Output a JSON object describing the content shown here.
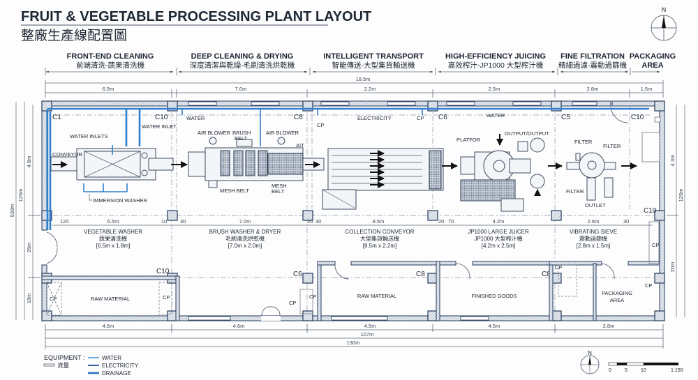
{
  "header": {
    "title": "FRUIT & VEGETABLE PROCESSING PLANT LAYOUT",
    "subtitle": "整廠生產線配置圖",
    "north_label": "N"
  },
  "stages": [
    {
      "name": "FRONT-END CLEANING",
      "name_zh": "前端清洗-蔬果清洗機"
    },
    {
      "name": "DEEP CLEANING & DRYING",
      "name_zh": "深度清潔與乾燥-毛刷清洗烘乾機"
    },
    {
      "name": "INTELLIGENT TRANSPORT",
      "name_zh": "智能傳送-大型集貨輸送機"
    },
    {
      "name": "HIGH-EFFICIENCY JUICING",
      "name_zh": "高效榨汁-JP1000 大型榨汁機"
    },
    {
      "name": "FINE FILTRATION",
      "name_zh": "精細過濾-震動過篩機"
    },
    {
      "name": "PACKAGING",
      "name_zh": "AREA"
    }
  ],
  "top_dimensions": {
    "overall": "18.5m",
    "segments": [
      "6.5m",
      "7.0m",
      "2.2m",
      "2.5m",
      "2.8m",
      "1.5m"
    ]
  },
  "left_dimensions": {
    "overall": "538m",
    "middle": "125m",
    "segments": [
      "4.8m",
      "26m",
      "18m"
    ]
  },
  "right_dimensions": {
    "overall": "125m",
    "segments": [
      "4.3m",
      "20m"
    ]
  },
  "bottom_dimensions": {
    "segments": [
      "4.6m",
      "4.6m",
      "4.5m",
      "4.5m",
      "2.8m"
    ],
    "total_1": "107m",
    "total_2": "130m"
  },
  "mid_dimensions": [
    "120",
    "6.5m",
    "10",
    "30",
    "7.0m",
    "30",
    "20",
    "8.5m",
    "20",
    "70",
    "4.2m",
    "2.8m",
    "30"
  ],
  "columns": {
    "c1": "C1",
    "c10a": "C10",
    "c8a": "C8",
    "c6a": "C6",
    "c5": "C5",
    "c10b": "C10",
    "c10c": "C10",
    "c10d": "C10",
    "c6b": "C6",
    "c8b": "C8",
    "c8c": "C8"
  },
  "utility_labels": {
    "water_1": "WATER",
    "water_2": "WATER",
    "electricity": "ELECTRICITY",
    "cp": "CP"
  },
  "equipment_labels": {
    "water_inlets": "WATER INLETS",
    "water_inlet": "WATER INLET",
    "conveyor": "CONVEYOR",
    "immersion_washer": "IMMERSION WASHER",
    "air_blower_1": "AIR BLOWER",
    "air_blower_2": "AIR BLOWER",
    "brush_belt_1": "BRUSH",
    "brush_belt_2": "BELT",
    "ait": "AIT",
    "mesh_belt_1": "MESH BELT",
    "mesh_belt_2a": "MESH",
    "mesh_belt_2b": "BELT",
    "platfor": "PLATFOR",
    "output": "OUTPUT/OUTPUT",
    "filter_1": "FILTER",
    "filter_2": "FILTER",
    "filter_3": "FILTER",
    "outlet": "OUTLET"
  },
  "equipment": [
    {
      "name": "VEGETABLE WASHER",
      "name_zh": "蔬果清洗機",
      "size": "[6.5m x 1.8m]"
    },
    {
      "name": "BRUSH WASHER & DRYER",
      "name_zh": "毛刷清洗烘乾機",
      "size": "[7.0m x 2.0m]"
    },
    {
      "name": "COLLECTION CONVEYOR",
      "name_zh": "大型集貨輸送機",
      "size": "[8.5m x 2.2m]"
    },
    {
      "name": "JP1000 LARGE JUICER",
      "name_zh": "JP1000 大型榨汁機",
      "size": "[4.2m x 2.5m]"
    },
    {
      "name": "VIBRATING SIEVE",
      "name_zh": "震動過篩機",
      "size": "[2.8m x 1.5m]"
    }
  ],
  "rooms": {
    "raw_material_1": "RAW MATERIAL",
    "raw_material_2": "RAW MATERIAL",
    "finished_goods": "FINISHED GOODS",
    "packaging_1": "PACKAGING",
    "packaging_2": "AREA",
    "cp": "CP"
  },
  "legend": {
    "title": "EQUIPMENT :",
    "flow": "流量",
    "items": [
      {
        "label": "WATER",
        "color": "#3a8fd8"
      },
      {
        "label": "ELECTRICITY",
        "color": "#1f4e9a"
      },
      {
        "label": "DRAINAGE",
        "color": "#2a6fc0"
      }
    ]
  },
  "scale_bar": {
    "ticks": [
      "0",
      "5",
      "10"
    ],
    "ratio": "1:150"
  },
  "colors": {
    "water": "#2f7fcf",
    "wall": "#22385a",
    "text": "#1b2430"
  }
}
